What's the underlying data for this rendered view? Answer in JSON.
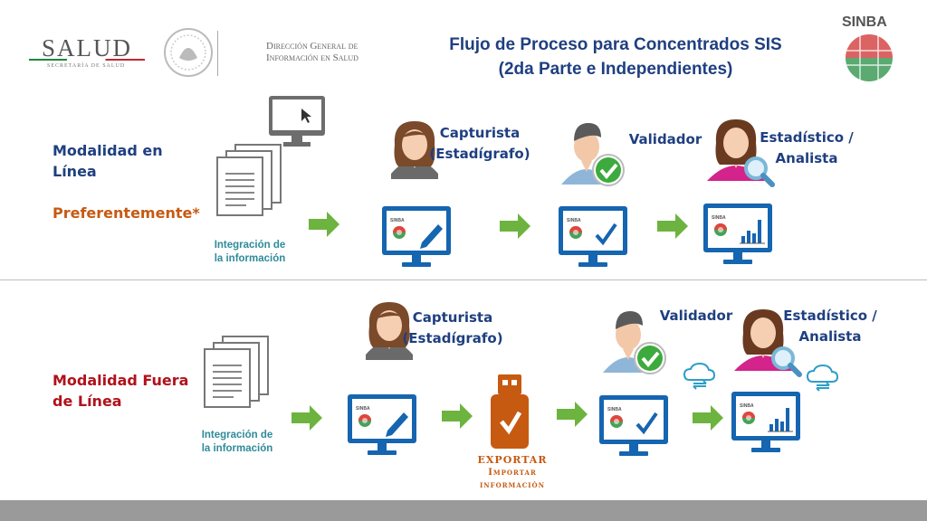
{
  "header": {
    "salud": "SALUD",
    "secretaria": "SECRETARÍA DE SALUD",
    "direccion_line1": "Dirección General de",
    "direccion_line2": "Información en Salud",
    "sinba": "SINBA"
  },
  "title": {
    "line1": "Flujo de Proceso para Concentrados SIS",
    "line2": "(2da Parte e Independientes)"
  },
  "online": {
    "label_line1": "Modalidad en",
    "label_line2": "Línea",
    "preferente": "Preferentemente*",
    "integracion_line1": "Integración de",
    "integracion_line2": "la información",
    "capturista_line1": "Capturista",
    "capturista_line2": "(Estadígrafo)",
    "validador": "Validador",
    "estadistico_line1": "Estadístico /",
    "estadistico_line2": "Analista"
  },
  "offline": {
    "label_line1": "Modalidad Fuera",
    "label_line2": "de Línea",
    "integracion_line1": "Integración de",
    "integracion_line2": "la información",
    "capturista_line1": "Capturista",
    "capturista_line2": "(Estadígrafo)",
    "validador": "Validador",
    "estadistico_line1": "Estadístico /",
    "estadistico_line2": "Analista",
    "exportar": "EXPORTAR",
    "importar": "Importar",
    "informacion": "información"
  },
  "monitor_badge": "SINBA",
  "colors": {
    "title_blue": "#1f3f80",
    "orange": "#c65a11",
    "red": "#b0121b",
    "arrow_green": "#6db33f",
    "monitor_blue": "#1565b0",
    "teal": "#2e8b9a"
  },
  "icons": [
    "computer-cursor-icon",
    "documents-icon",
    "arrow-right-icon",
    "woman-user-icon",
    "man-check-icon",
    "woman-search-icon",
    "monitor-edit-icon",
    "monitor-check-icon",
    "monitor-chart-icon",
    "usb-drive-icon",
    "cloud-sync-icon"
  ]
}
